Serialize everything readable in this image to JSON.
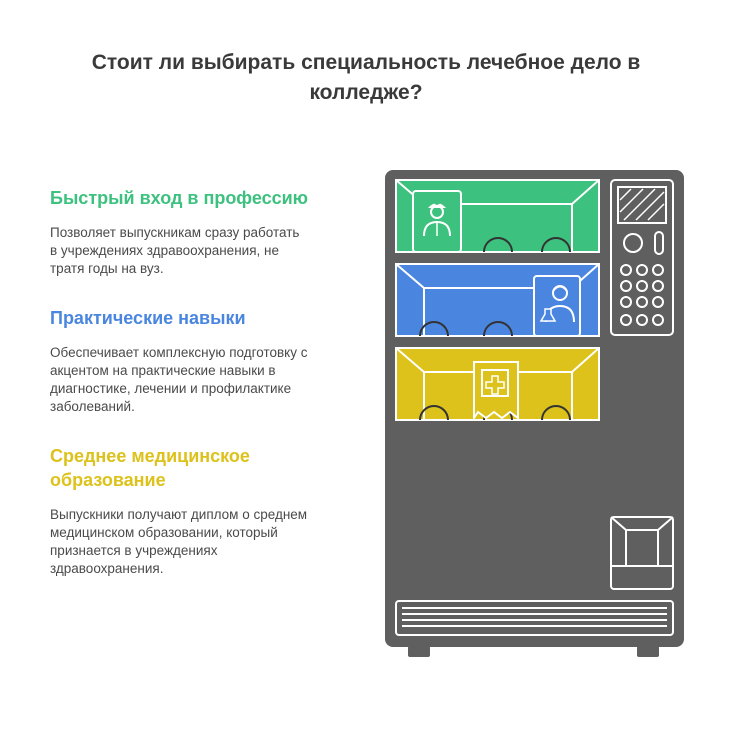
{
  "title": {
    "line1": "Стоит ли выбирать специальность лечебное дело в",
    "line2": "колледже?"
  },
  "sections": [
    {
      "heading": "Быстрый вход в профессию",
      "body": [
        "Позволяет выпускникам сразу работать",
        "в учреждениях здравоохранения, не",
        "тратя годы на вуз."
      ],
      "color": "#3cc17e"
    },
    {
      "heading": "Практические навыки",
      "body": [
        "Обеспечивает комплексную подготовку с",
        "акцентом на практические навыки в",
        "диагностике, лечении и профилактике",
        "заболеваний."
      ],
      "color": "#4a86e0"
    },
    {
      "heading_lines": [
        "Среднее медицинское",
        "образование"
      ],
      "body": [
        "Выпускники получают диплом о среднем",
        "медицинском образовании, который",
        "признается в учреждениях",
        "здравоохранения."
      ],
      "color": "#dcc21a"
    }
  ],
  "machine": {
    "body_color": "#5f5f5f",
    "shelf_colors": [
      "#3cc17e",
      "#4a86e0",
      "#dcc21a"
    ],
    "icons": [
      "doctor-icon",
      "scientist-icon",
      "medical-document-icon"
    ]
  }
}
